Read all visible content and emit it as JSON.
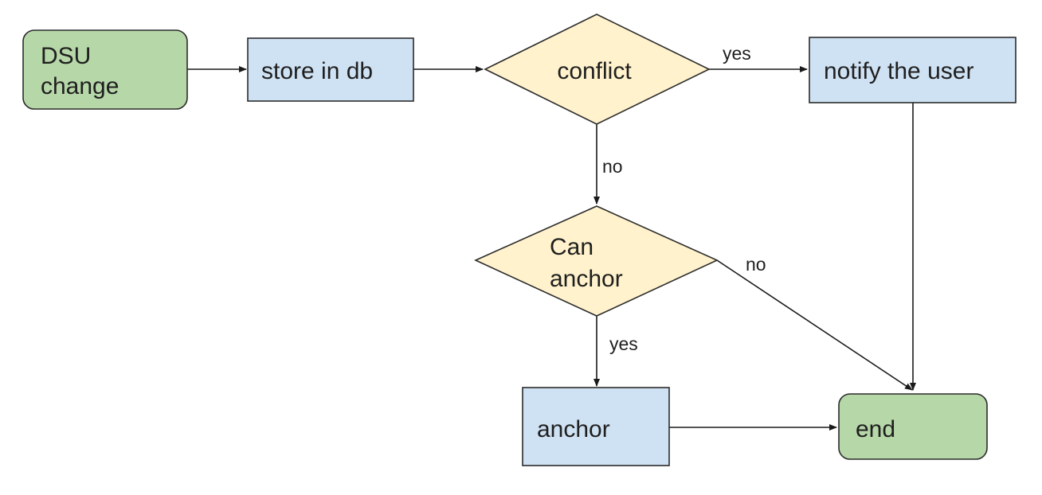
{
  "colors": {
    "terminal_fill": "#b6d7a8",
    "process_fill": "#cfe2f3",
    "decision_fill": "#fff2cc",
    "stroke": "#2b2b2b"
  },
  "nodes": {
    "dsu_change": {
      "line1": "DSU",
      "line2": "change"
    },
    "store_in_db": {
      "label": "store in db"
    },
    "conflict": {
      "label": "conflict"
    },
    "notify_user": {
      "label": "notify the user"
    },
    "can_anchor": {
      "line1": "Can",
      "line2": "anchor"
    },
    "anchor": {
      "label": "anchor"
    },
    "end": {
      "label": "end"
    }
  },
  "edges": {
    "conflict_yes": "yes",
    "conflict_no": "no",
    "can_anchor_no": "no",
    "can_anchor_yes": "yes"
  }
}
